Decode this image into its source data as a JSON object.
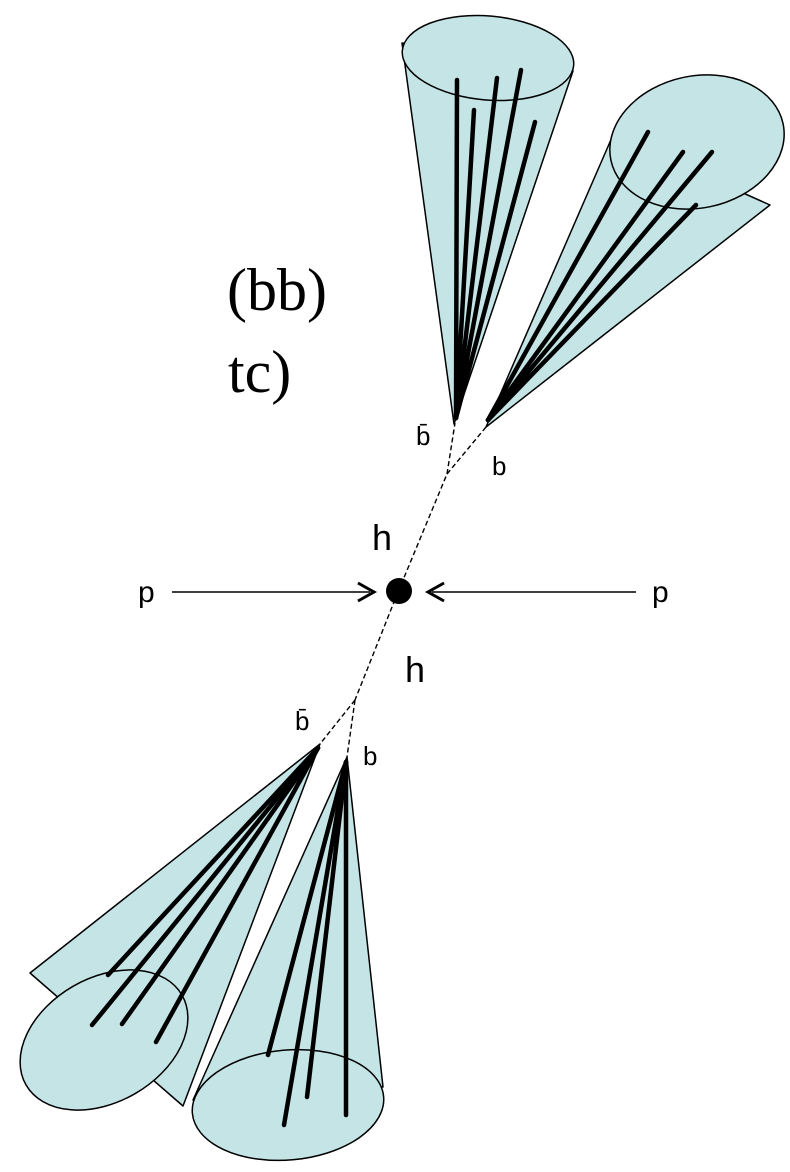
{
  "cropped_text": {
    "line1": "(bb)",
    "line2": "tc)"
  },
  "labels": {
    "proton_left": "p",
    "proton_right": "p",
    "higgs_upper": "h",
    "higgs_lower": "h",
    "bbar_upper": "b̄",
    "b_upper": "b",
    "bbar_lower": "b̄",
    "b_lower": "b"
  },
  "colors": {
    "cone_fill": "#c4e4e6",
    "stroke": "#000000",
    "vertex": "#000000"
  }
}
